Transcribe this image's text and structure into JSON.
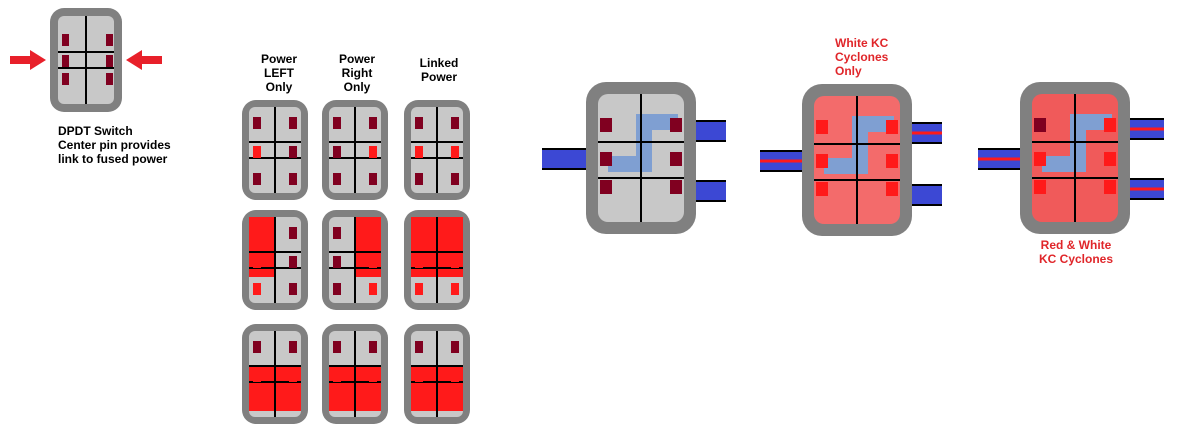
{
  "colors": {
    "frame": "#808080",
    "body": "#c8c8c8",
    "wire": "#000000",
    "pin_dark": "#800020",
    "pin_red": "#ff1a1a",
    "fill_red": "#f05a5a",
    "pink_body": "#f36b6b",
    "bus_blue": "#3c48d4",
    "link_blue": "#7f9fd2",
    "arrow_red": "#e8202a",
    "label_red": "#e0262a"
  },
  "labels": {
    "dpdt": "DPDT Switch\nCenter pin provides\nlink to fused power",
    "col1": "Power\nLEFT\nOnly",
    "col2": "Power\nRight\nOnly",
    "col3": "Linked\nPower",
    "white_kc": "White KC\nCyclones\nOnly",
    "red_white_kc": "Red & White\nKC Cyclones"
  }
}
